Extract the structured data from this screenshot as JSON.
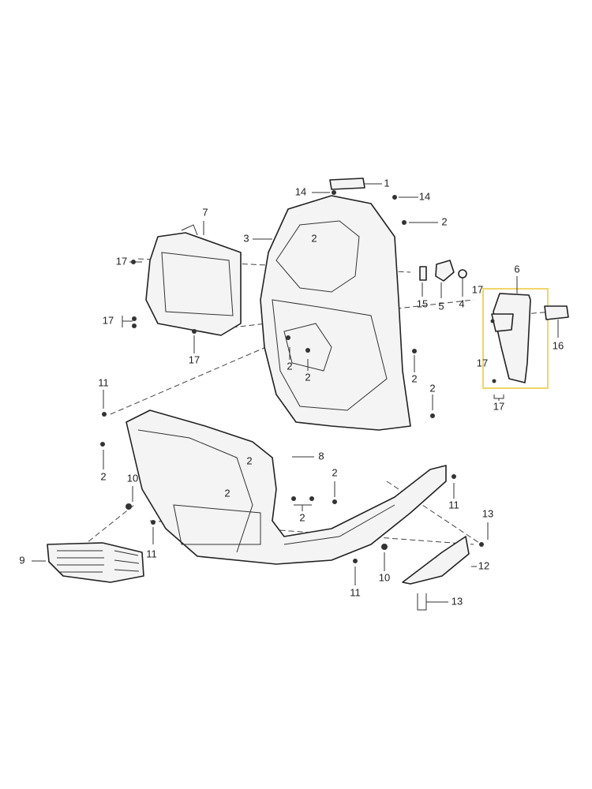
{
  "diagram": {
    "highlight_color": "#f2d46a",
    "labels": [
      "1",
      "14",
      "14",
      "2",
      "3",
      "2",
      "7",
      "17",
      "17",
      "17",
      "15",
      "5",
      "4",
      "17",
      "6",
      "16",
      "17",
      "17",
      "2",
      "2",
      "2",
      "2",
      "11",
      "2",
      "8",
      "10",
      "2",
      "2",
      "2",
      "2",
      "11",
      "9",
      "11",
      "13",
      "12",
      "11",
      "10",
      "13"
    ]
  }
}
